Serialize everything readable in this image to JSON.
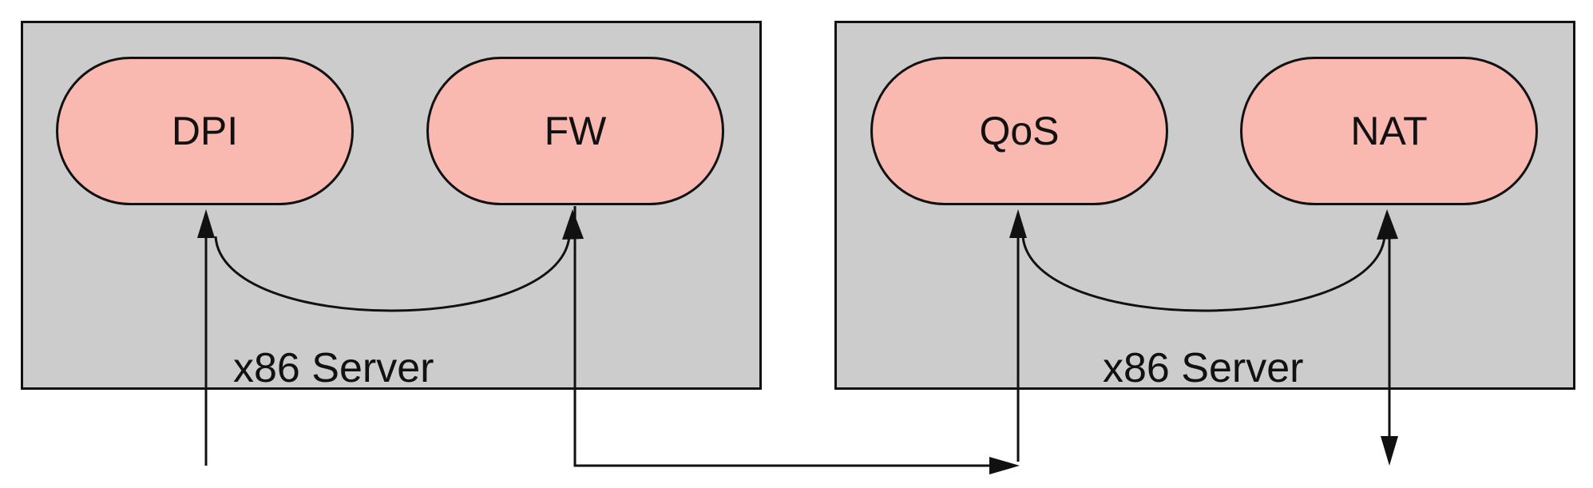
{
  "servers": [
    {
      "label": "x86 Server"
    },
    {
      "label": "x86 Server"
    }
  ],
  "functions": {
    "dpi": "DPI",
    "fw": "FW",
    "qos": "QoS",
    "nat": "NAT"
  },
  "colors": {
    "server_fill": "#cccccc",
    "function_fill": "#f9b8b0",
    "stroke": "#111111"
  }
}
